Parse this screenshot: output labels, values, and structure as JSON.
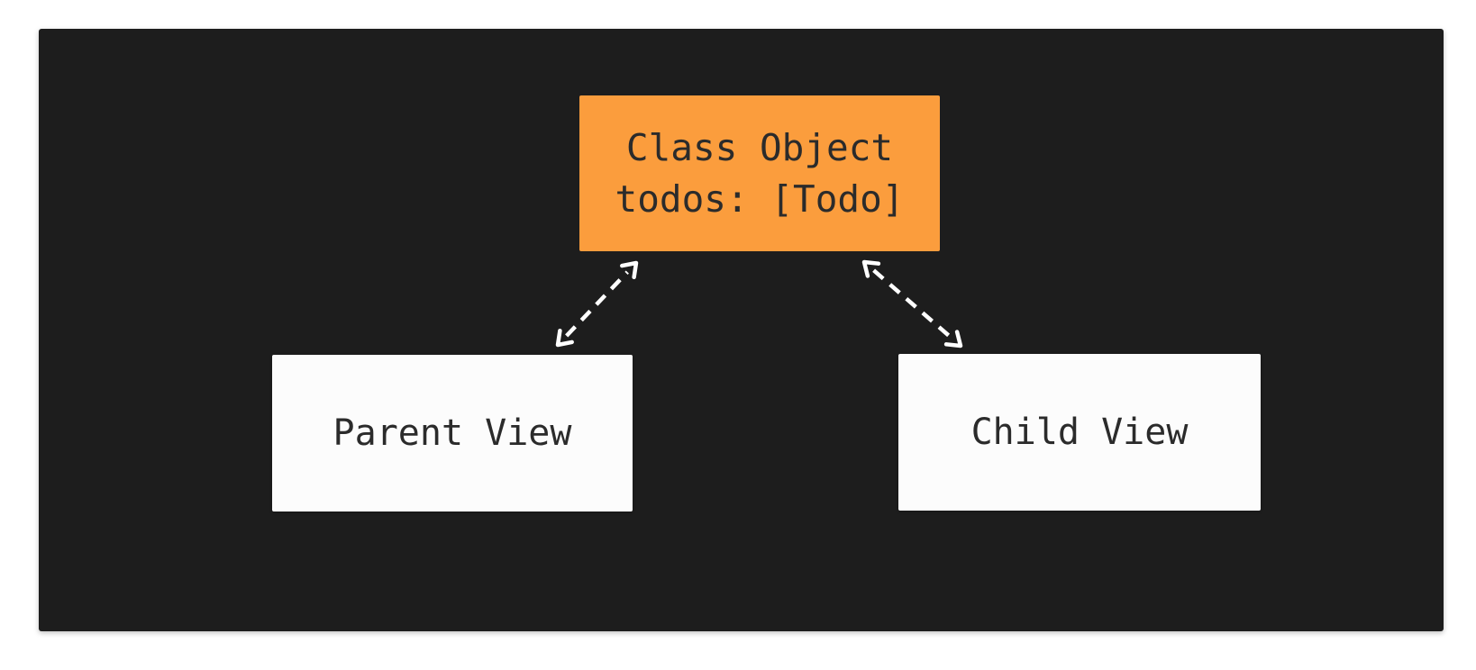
{
  "colors": {
    "canvas_bg": "#ffffff",
    "panel_bg": "#1d1d1d",
    "accent_bg": "#fb9d3d",
    "node_bg": "#fcfcfc",
    "node_text": "#2b2b2b",
    "arrow": "#ffffff"
  },
  "nodes": {
    "class_object": {
      "line1": "Class Object",
      "line2": "todos: [Todo]"
    },
    "parent_view": {
      "label": "Parent View"
    },
    "child_view": {
      "label": "Child View"
    }
  },
  "connectors": [
    {
      "name": "class-object-to-parent-view",
      "style": "dashed",
      "direction": "bidirectional"
    },
    {
      "name": "class-object-to-child-view",
      "style": "dashed",
      "direction": "bidirectional"
    }
  ]
}
